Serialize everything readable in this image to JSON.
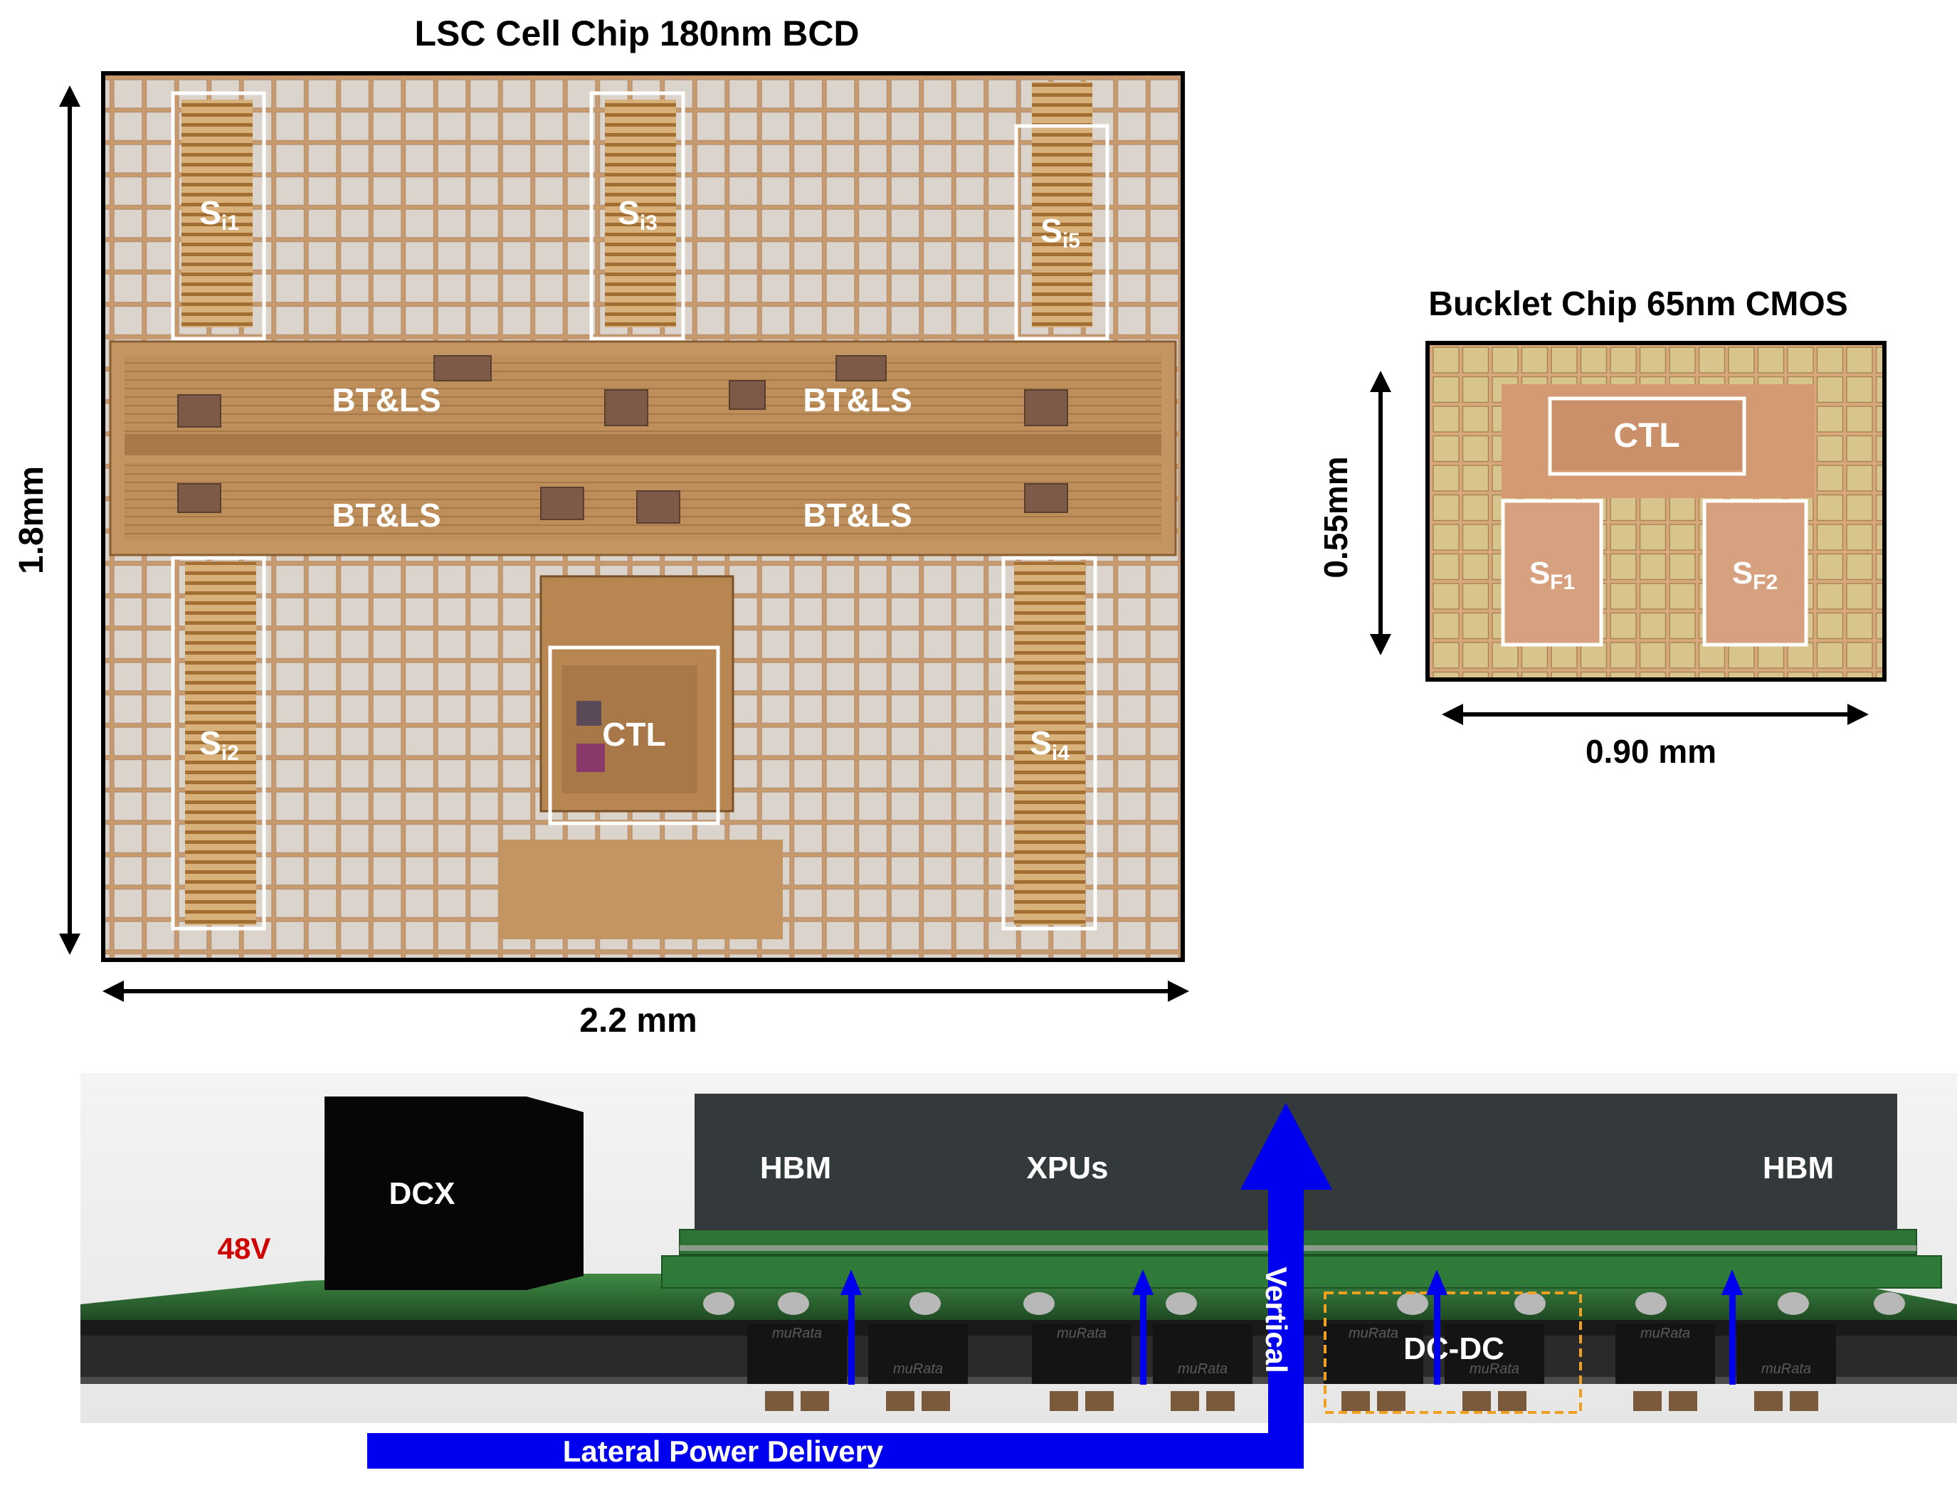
{
  "lsc": {
    "title": "LSC Cell Chip 180nm BCD",
    "height_dim": "1.8mm",
    "width_dim": "2.2 mm",
    "blocks": {
      "si1": {
        "base": "S",
        "sub": "i1"
      },
      "si2": {
        "base": "S",
        "sub": "i2"
      },
      "si3": {
        "base": "S",
        "sub": "i3"
      },
      "si4": {
        "base": "S",
        "sub": "i4"
      },
      "si5": {
        "base": "S",
        "sub": "i5"
      },
      "ctl": "CTL",
      "btls": "BT&LS"
    }
  },
  "bucklet": {
    "title": "Bucklet Chip 65nm CMOS",
    "height_dim": "0.55mm",
    "width_dim": "0.90 mm",
    "blocks": {
      "ctl": "CTL",
      "sf1": {
        "base": "S",
        "sub": "F1"
      },
      "sf2": {
        "base": "S",
        "sub": "F2"
      }
    }
  },
  "system": {
    "dcx": "DCX",
    "voltage": "48V",
    "hbm": "HBM",
    "xpus": "XPUs",
    "dcdc": "DC-DC",
    "vertical": "Vertical",
    "lateral": "Lateral Power Delivery",
    "component_marking": "muRata"
  },
  "colors": {
    "die_base": "#c99a6c",
    "pad": "#d6cfc6",
    "annotation_box": "#ffffff",
    "arrow_blue": "#0000ee",
    "voltage_red": "#d00000",
    "board_green": "#2e6a35",
    "package_dark": "#343a3c",
    "dcdc_box": "#f0a020"
  }
}
